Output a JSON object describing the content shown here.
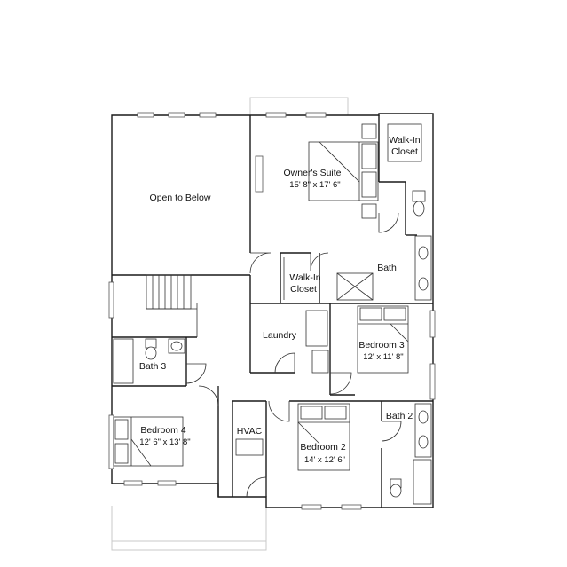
{
  "rooms": {
    "open_to_below": {
      "label": "Open to Below"
    },
    "owners_suite": {
      "label": "Owner's Suite",
      "size": "15' 8\" x 17' 6\""
    },
    "walk_in_closet_owner": {
      "label_line1": "Walk-In",
      "label_line2": "Closet"
    },
    "bath": {
      "label": "Bath"
    },
    "walk_in_closet_hall": {
      "label_line1": "Walk-In",
      "label_line2": "Closet"
    },
    "laundry": {
      "label": "Laundry"
    },
    "bedroom_3": {
      "label": "Bedroom 3",
      "size": "12' x 11' 8\""
    },
    "bath_3": {
      "label": "Bath 3"
    },
    "bedroom_4": {
      "label": "Bedroom 4",
      "size": "12' 6\" x 13' 8\""
    },
    "hvac": {
      "label": "HVAC"
    },
    "bedroom_2": {
      "label": "Bedroom 2",
      "size": "14' x 12' 6\""
    },
    "bath_2": {
      "label": "Bath 2"
    }
  },
  "colors": {
    "wall": "#1a1a1a",
    "fixture": "#333333",
    "faint": "#c9c9c9",
    "background": "#ffffff"
  }
}
